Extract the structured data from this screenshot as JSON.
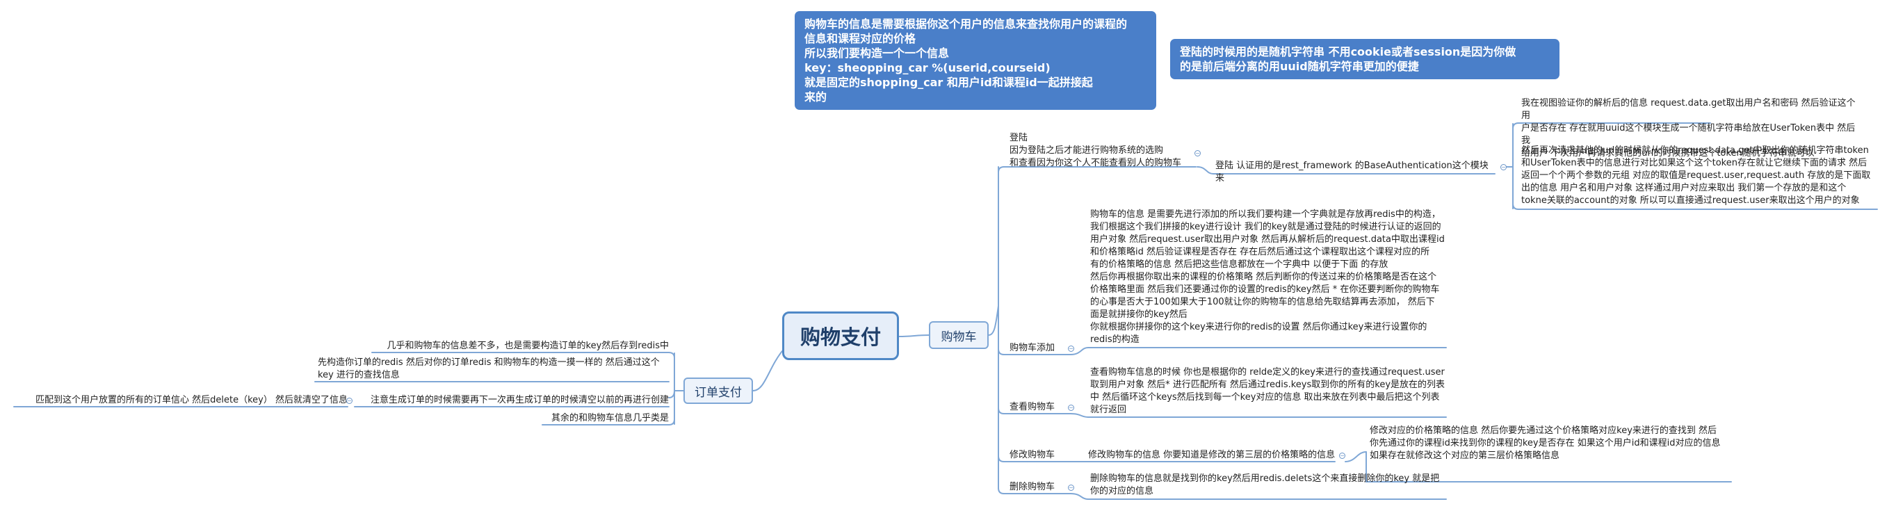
{
  "root": "购物支付",
  "cart": {
    "label": "购物车",
    "login": {
      "label": "登陆\n因为登陆之后才能进行购物系统的选购\n和查看因为你这个人不能查看别人的购物车",
      "auth": {
        "label": "登陆  认证用的是rest_framework 的BaseAuthentication这个模块来",
        "details": [
          "我在视图验证你的解析后的信息 request.data.get取出用户名和密码   然后验证这个用\n户是否存在  存在就用uuid这个模块生成一个随机字符串给放在UserToken表中 然后我\n给用户  下次用户再请求其他的url的时候携带这个token随机字符串就可以",
          "然后再次请求其他的url的时候就从你的request.data.get中取出你的随机字符串token\n和UserToken表中的信息进行对比如果这个这个token存在就让它继续下面的请求 然后\n返回一个个两个参数的元组  对应的取值是request.user,request.auth 存放的是下面取\n出的信息 用户名和用户对象 这样通过用户对应来取出 我们第一个存放的是和这个\ntokne关联的account的对象 所以可以直接通过request.user来取出这个用户的对象"
        ]
      }
    },
    "add": {
      "label": "购物车添加",
      "detail": "购物车的信息 是需要先进行添加的所以我们要构建一个字典就是存放再redis中的构造，\n我们根据这个我们拼接的key进行设计 我们的key就是通过登陆的时候进行认证的返回的\n用户对象 然后request.user取出用户对象 然后再从解析后的request.data中取出课程id\n和价格策略id   然后验证课程是否存在 存在后然后通过这个课程取出这个课程对应的所\n有的价格策略的信息   然后把这些信息都放在一个字典中 以便于下面 的存放\n然后你再根据你取出来的课程的价格策略 然后判断你的传送过来的价格策略是否在这个\n价格策略里面   然后我们还要通过你的设置的redis的key然后 * 在你还要判断你的购物车\n的心事是否大于100如果大于100就让你的购物车的信息给先取结算再去添加，  然后下\n面是就拼接你的key然后\n你就根据你拼接你的这个key来进行你的redis的设置 然后你通过key来进行设置你的\nredis的构造"
    },
    "view": {
      "label": "查看购物车",
      "detail": "查看购物车信息的时候 你也是根据你的 relde定义的key来进行的查找通过request.user\n取到用户对象 然后* 进行匹配所有 然后通过redis.keys取到你的所有的key是放在的列表\n中 然后循环这个keys然后找到每一个key对应的信息 取出来放在列表中最后把这个列表\n就行返回"
    },
    "modify": {
      "label": "修改购物车",
      "detail": "修改购物车的信息 你要知道是修改的第三层的价格策略的信息",
      "extra": "修改对应的价格策略的信息 然后你要先通过这个价格策略对应key来进行的查找到   然后\n你先通过你的课程id来找到你的课程的key是否存在  如果这个用户id和课程id对应的信息\n如果存在就修改这个对应的第三层价格策略信息"
    },
    "delete": {
      "label": "删除购物车",
      "detail": "删除购物车的信息就是找到你的key然后用redis.delets这个来直接删除你的key 就是把\n你的对应的信息"
    }
  },
  "order": {
    "label": "订单支付",
    "items": [
      "几乎和购物车的信息差不多，也是需要构造订单的key然后存到redis中",
      "先构造你订单的redis 然后对你的订单redis 和购物车的构造一摸一样的   然后通过这个\nkey 进行的查找信息",
      "注意生成订单的时候需要再下一次再生成订单的时候清空以前的再进行创建",
      "其余的和购物车信息几乎类是"
    ],
    "clear_detail": "匹配到这个用户放置的所有的订单信心 然后delete（key） 然后就清空了信息"
  },
  "notes": [
    "购物车的信息是需要根据你这个用户的信息来查找你用户的课程的\n信息和课程对应的价格\n所以我们要构造一个一个信息\nkey：sheopping_car  %(userid,courseid)\n                    就是固定的shopping_car 和用户id和课程id一起拼接起\n来的",
    "登陆的时候用的是随机字符串 不用cookie或者session是因为你做\n的是前后端分离的用uuid随机字符串更加的便捷"
  ],
  "colors": {
    "accent": "#4a7fc9",
    "line": "#7fa7d6",
    "root_border": "#4f88c6"
  }
}
